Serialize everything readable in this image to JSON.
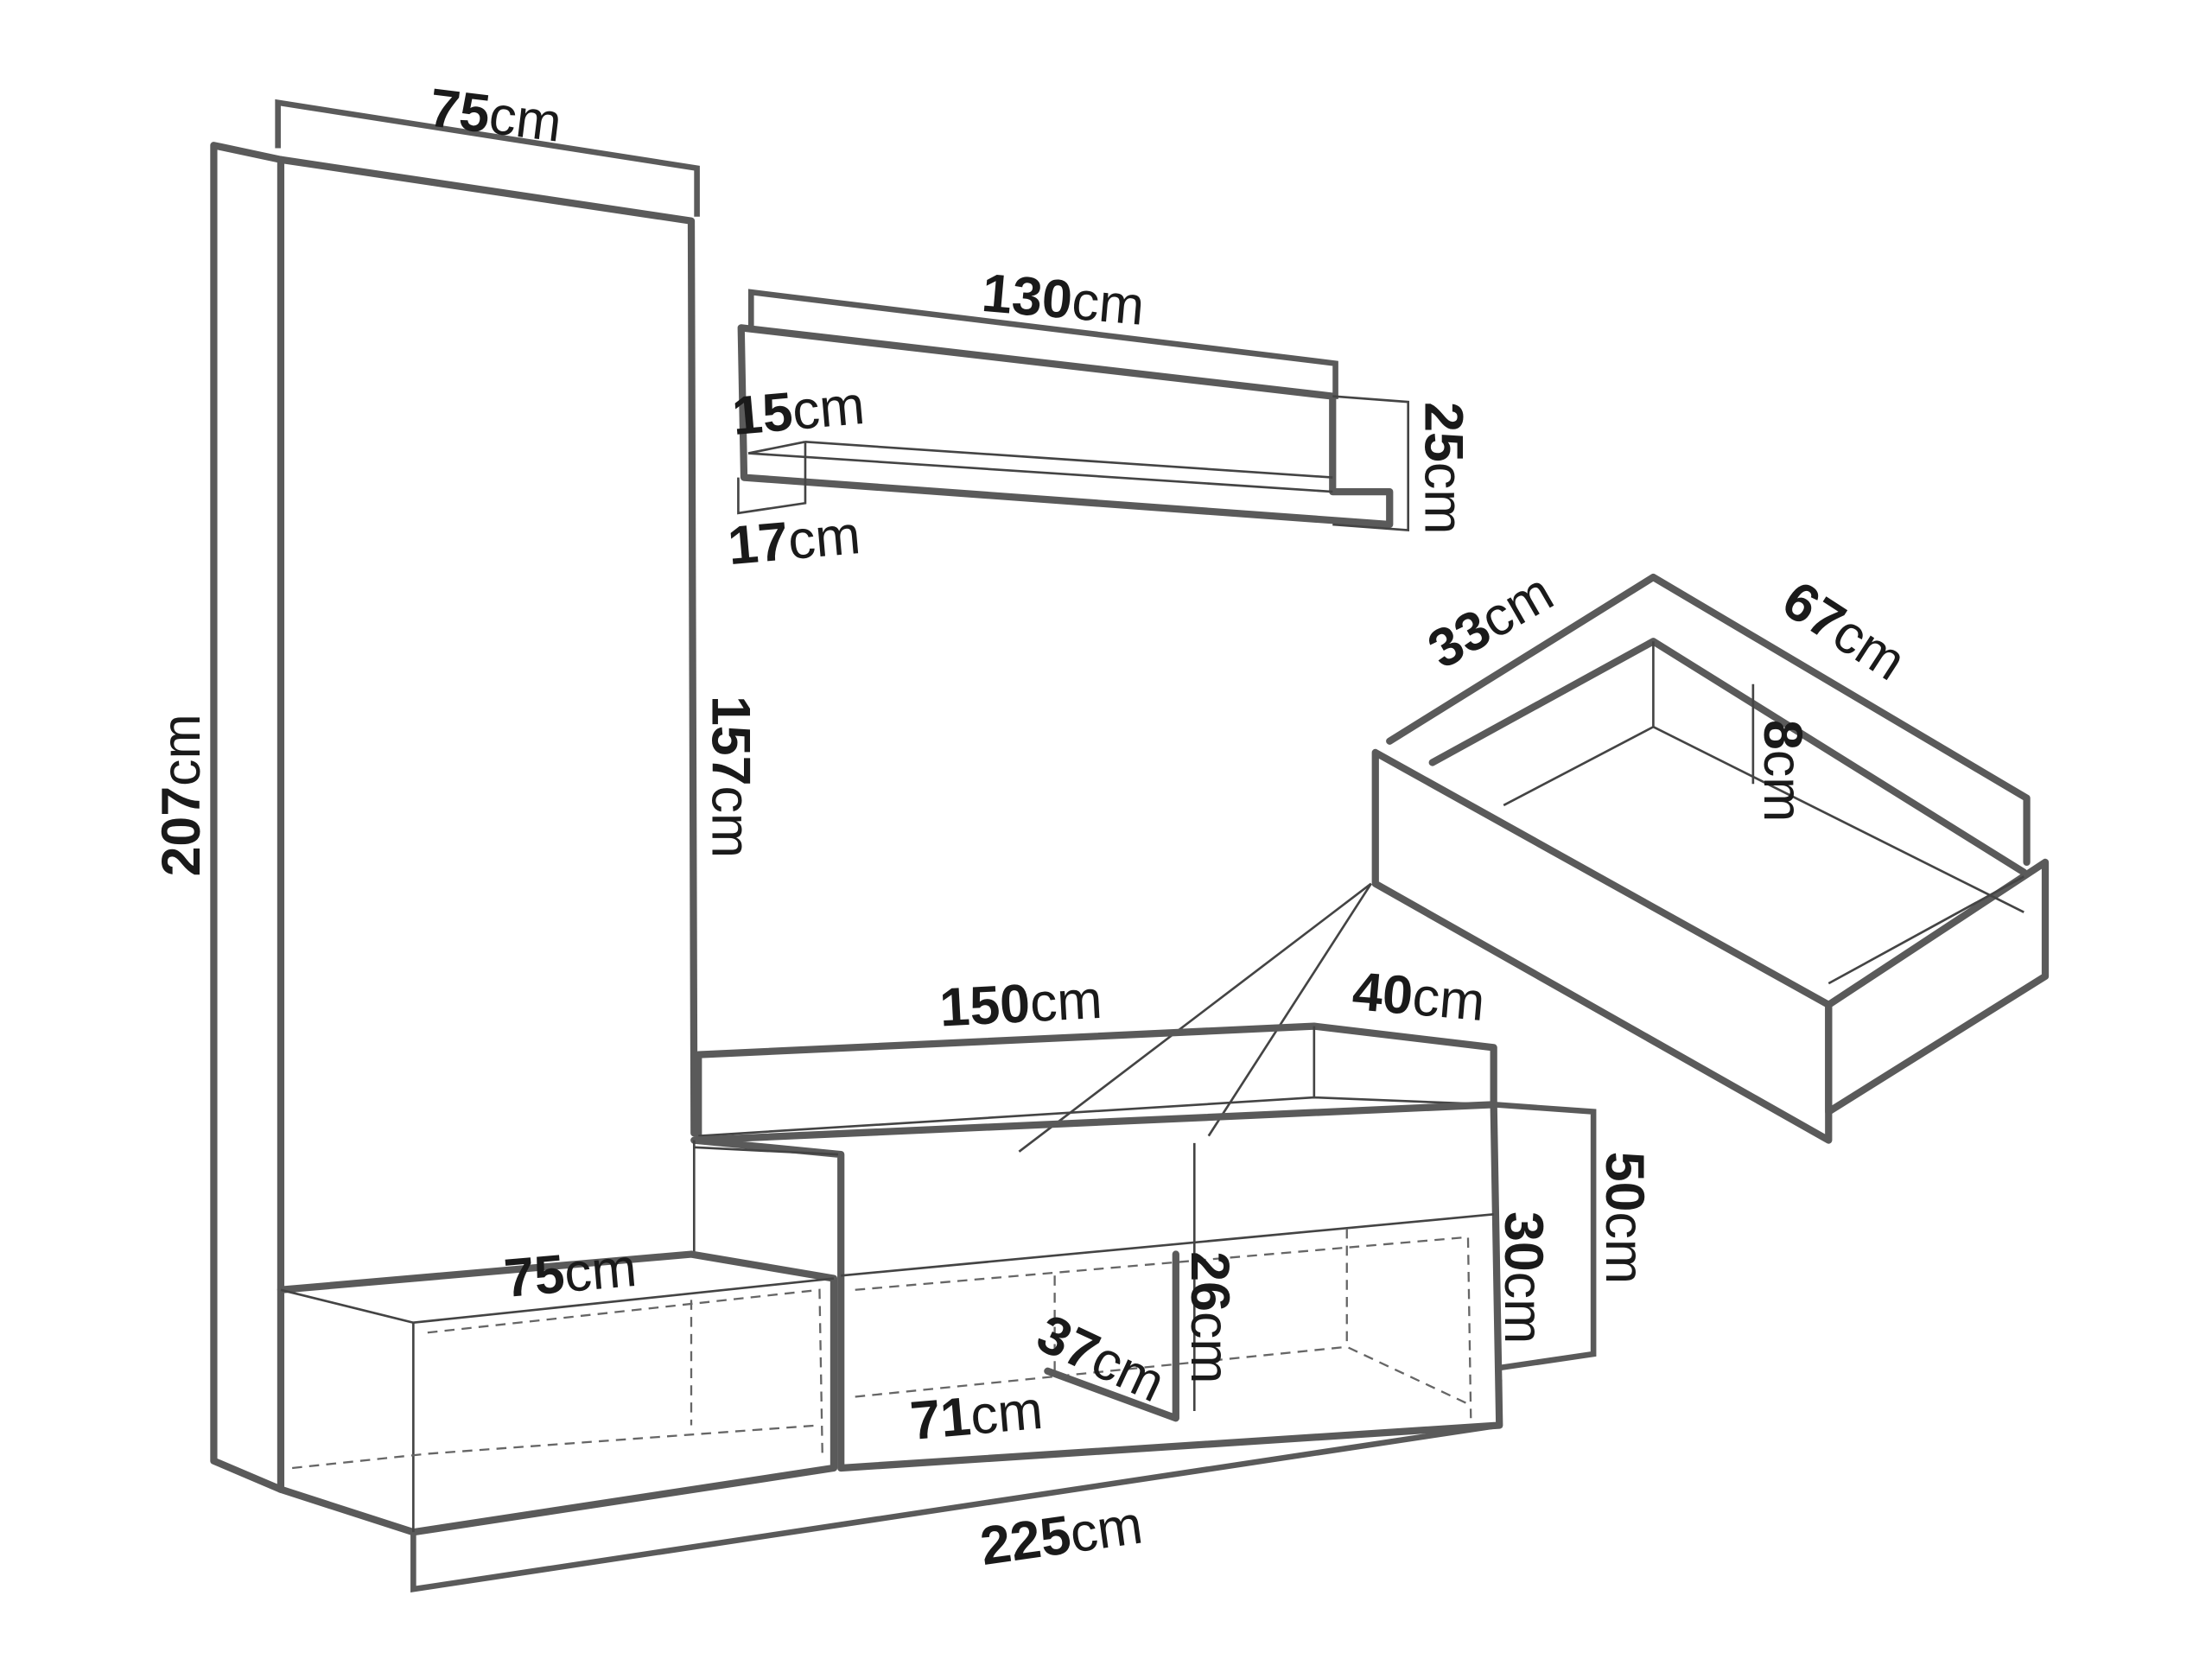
{
  "diagram": {
    "labels": {
      "panel_width": {
        "value": "75",
        "unit": "cm"
      },
      "panel_height": {
        "value": "207",
        "unit": "cm"
      },
      "panel_visible_height": {
        "value": "157",
        "unit": "cm"
      },
      "shelf_width": {
        "value": "130",
        "unit": "cm"
      },
      "shelf_height": {
        "value": "15",
        "unit": "cm"
      },
      "shelf_depth": {
        "value": "17",
        "unit": "cm"
      },
      "shelf_back_height": {
        "value": "25",
        "unit": "cm"
      },
      "drawer_depth": {
        "value": "33",
        "unit": "cm"
      },
      "drawer_width": {
        "value": "67",
        "unit": "cm"
      },
      "drawer_height": {
        "value": "8",
        "unit": "cm"
      },
      "cabinet_width": {
        "value": "150",
        "unit": "cm"
      },
      "cabinet_depth": {
        "value": "40",
        "unit": "cm"
      },
      "cabinet_height": {
        "value": "50",
        "unit": "cm"
      },
      "cabinet_front_height": {
        "value": "30",
        "unit": "cm"
      },
      "compartment_height": {
        "value": "26",
        "unit": "cm"
      },
      "compartment_depth": {
        "value": "37",
        "unit": "cm"
      },
      "compartment_width": {
        "value": "71",
        "unit": "cm"
      },
      "low_box_width": {
        "value": "75",
        "unit": "cm"
      },
      "total_width": {
        "value": "225",
        "unit": "cm"
      }
    }
  }
}
